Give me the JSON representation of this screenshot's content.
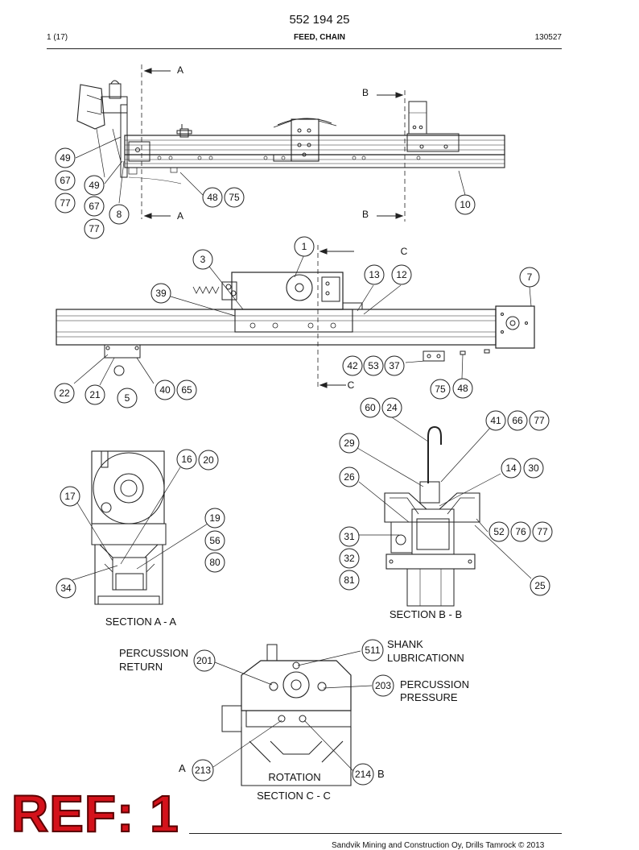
{
  "header": {
    "doc_number": "552 194 25",
    "sheet": "1 (17)",
    "title": "FEED, CHAIN",
    "date": "130527"
  },
  "section_marks": {
    "a": "A",
    "b": "B",
    "c": "C"
  },
  "callouts": {
    "c49a": "49",
    "c67a": "67",
    "c77a": "77",
    "c49b": "49",
    "c67b": "67",
    "c77b": "77",
    "c8": "8",
    "c48a": "48",
    "c75a": "75",
    "c10": "10",
    "c1": "1",
    "c3": "3",
    "c39": "39",
    "c13": "13",
    "c12": "12",
    "c7": "7",
    "c22": "22",
    "c21": "21",
    "c5": "5",
    "c40": "40",
    "c65": "65",
    "c42": "42",
    "c53": "53",
    "c37": "37",
    "c75b": "75",
    "c48b": "48",
    "c60": "60",
    "c24": "24",
    "c41": "41",
    "c66": "66",
    "c77c": "77",
    "c29": "29",
    "c26": "26",
    "c14": "14",
    "c30": "30",
    "c31": "31",
    "c32": "32",
    "c81": "81",
    "c52": "52",
    "c76": "76",
    "c77d": "77",
    "c25": "25",
    "c16": "16",
    "c20": "20",
    "c17": "17",
    "c19": "19",
    "c56": "56",
    "c80": "80",
    "c34": "34",
    "c201": "201",
    "c511": "511",
    "c203": "203",
    "c213": "213",
    "c214": "214"
  },
  "labels": {
    "section_aa": "SECTION A - A",
    "section_bb": "SECTION B - B",
    "section_cc": "SECTION C - C",
    "perc_return_1": "PERCUSSION",
    "perc_return_2": "RETURN",
    "shank_1": "SHANK",
    "shank_2": "LUBRICATIONN",
    "perc_pressure_1": "PERCUSSION",
    "perc_pressure_2": "PRESSURE",
    "port_a": "A",
    "port_b": "B",
    "rotation": "ROTATION"
  },
  "ref_stamp": "REF: 1",
  "footer": "Sandvik Mining and Construction Oy, Drills Tamrock © 2013"
}
